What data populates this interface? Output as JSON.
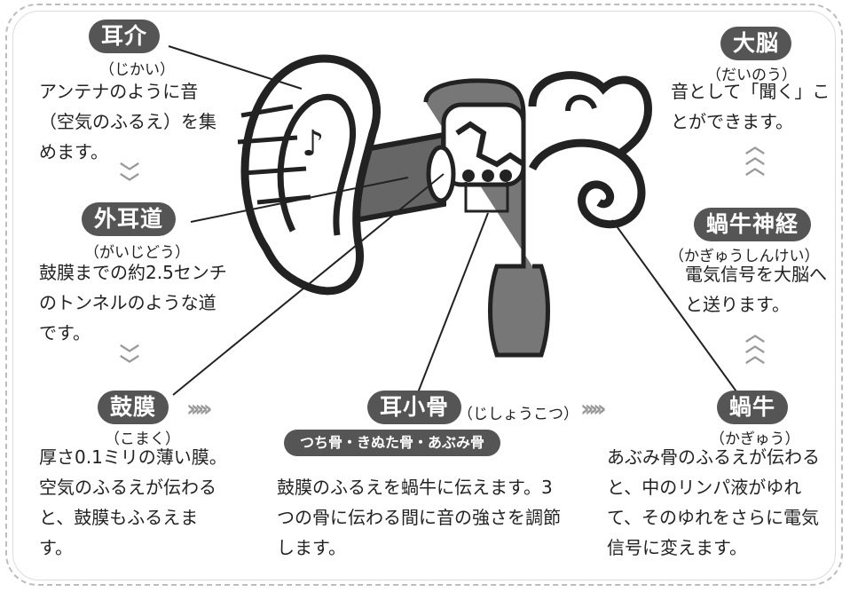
{
  "labels": {
    "auricle": {
      "title": "耳介",
      "reading": "（じかい）",
      "desc": "アンテナのように音（空気のふるえ）を集めます。"
    },
    "ear_canal": {
      "title": "外耳道",
      "reading": "（がいじどう）",
      "desc": "鼓膜までの約2.5センチのトンネルのような道です。"
    },
    "eardrum": {
      "title": "鼓膜",
      "reading": "（こまく）",
      "desc": "厚さ0.1ミリの薄い膜。空気のふるえが伝わると、鼓膜もふるえます。"
    },
    "ossicles": {
      "title": "耳小骨",
      "reading": "（じしょうこつ）",
      "bones": "つち骨・きぬた骨・あぶみ骨",
      "desc": "鼓膜のふるえを蝸牛に伝えます。3つの骨に伝わる間に音の強さを調節します。"
    },
    "cochlea": {
      "title": "蝸牛",
      "reading": "（かぎゅう）",
      "desc": "あぶみ骨のふるえが伝わると、中のリンパ液がゆれて、そのゆれをさらに電気信号に変えます。"
    },
    "cochlear_nerve": {
      "title": "蝸牛神経",
      "reading": "（かぎゅうしんけい）",
      "desc": "電気信号を大脳へと送ります。"
    },
    "cerebrum": {
      "title": "大脳",
      "reading": "（だいのう）",
      "desc": "音として「聞く」ことができます。"
    }
  },
  "icons": {
    "music_note": "♪",
    "chevron_right": "›››››",
    "chevron_down": "﹀",
    "chevron_up": "︿"
  },
  "colors": {
    "tag_bg": "#555555",
    "arrow": "#999999",
    "line": "#222222"
  }
}
